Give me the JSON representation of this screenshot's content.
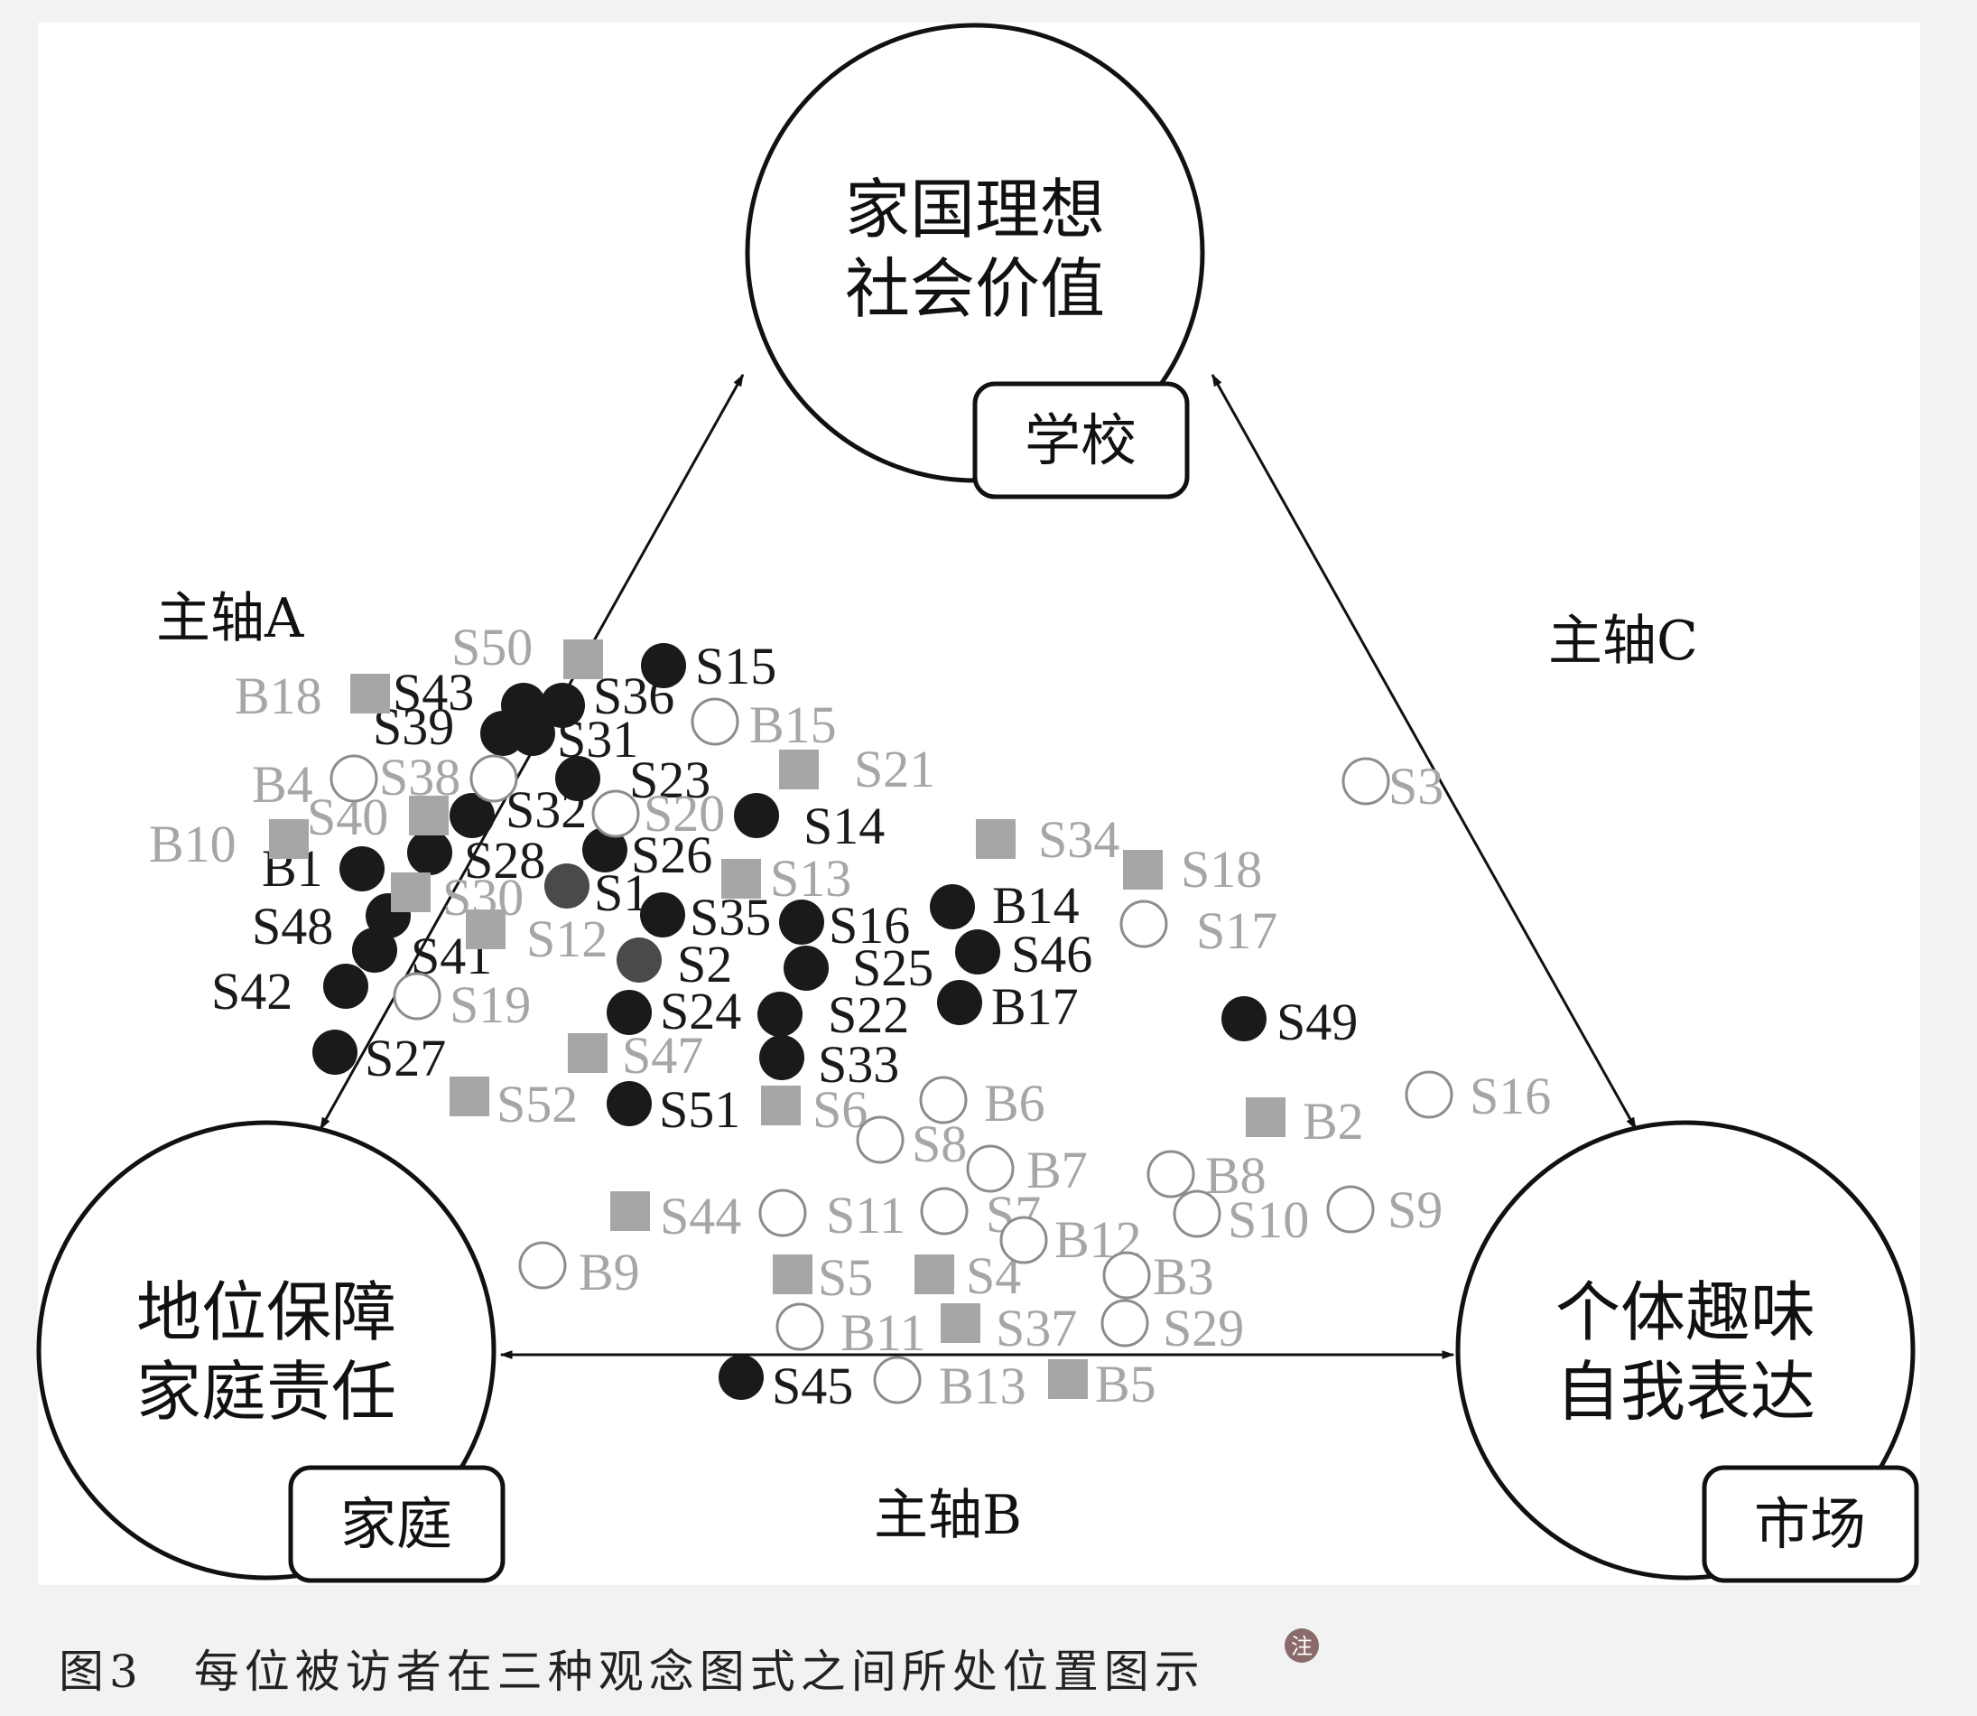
{
  "nodes": {
    "top": {
      "line1": "家国理想",
      "line2": "社会价值",
      "tag": "学校"
    },
    "left": {
      "line1": "地位保障",
      "line2": "家庭责任",
      "tag": "家庭"
    },
    "right": {
      "line1": "个体趣味",
      "line2": "自我表达",
      "tag": "市场"
    }
  },
  "axes": {
    "a": "主轴A",
    "b": "主轴B",
    "c": "主轴C"
  },
  "caption": "图3　每位被访者在三种观念图式之间所处位置图示",
  "note_mark": "注",
  "colors": {
    "black": "#1a1a1a",
    "grey_fill": "#a6a6a6",
    "grey_text": "#a6a6a6"
  },
  "points": [
    {
      "id": "S15",
      "type": "black"
    },
    {
      "id": "S43",
      "type": "black"
    },
    {
      "id": "S36",
      "type": "black"
    },
    {
      "id": "S39",
      "type": "black"
    },
    {
      "id": "S31",
      "type": "black"
    },
    {
      "id": "S23",
      "type": "black"
    },
    {
      "id": "S14",
      "type": "black"
    },
    {
      "id": "S32",
      "type": "black"
    },
    {
      "id": "S28",
      "type": "black"
    },
    {
      "id": "S26",
      "type": "black"
    },
    {
      "id": "B1",
      "type": "black"
    },
    {
      "id": "S48",
      "type": "black"
    },
    {
      "id": "S41",
      "type": "black"
    },
    {
      "id": "S42",
      "type": "black"
    },
    {
      "id": "S27",
      "type": "black"
    },
    {
      "id": "S35",
      "type": "black"
    },
    {
      "id": "S16",
      "type": "black"
    },
    {
      "id": "B14",
      "type": "black"
    },
    {
      "id": "S46",
      "type": "black"
    },
    {
      "id": "S25",
      "type": "black"
    },
    {
      "id": "S24",
      "type": "black"
    },
    {
      "id": "S22",
      "type": "black"
    },
    {
      "id": "B17",
      "type": "black"
    },
    {
      "id": "S33",
      "type": "black"
    },
    {
      "id": "S51",
      "type": "black"
    },
    {
      "id": "S49",
      "type": "black"
    },
    {
      "id": "S45",
      "type": "black"
    },
    {
      "id": "S1",
      "type": "darkgrey"
    },
    {
      "id": "S2",
      "type": "darkgrey"
    },
    {
      "id": "S50",
      "type": "square"
    },
    {
      "id": "B18",
      "type": "square"
    },
    {
      "id": "S21",
      "type": "square"
    },
    {
      "id": "S40",
      "type": "square"
    },
    {
      "id": "B10",
      "type": "square"
    },
    {
      "id": "S34",
      "type": "square"
    },
    {
      "id": "S13",
      "type": "square"
    },
    {
      "id": "S18",
      "type": "square"
    },
    {
      "id": "S30",
      "type": "square"
    },
    {
      "id": "S12",
      "type": "square"
    },
    {
      "id": "S47",
      "type": "square"
    },
    {
      "id": "S52",
      "type": "square"
    },
    {
      "id": "S6",
      "type": "square"
    },
    {
      "id": "B2",
      "type": "square"
    },
    {
      "id": "S44",
      "type": "square"
    },
    {
      "id": "S5",
      "type": "square"
    },
    {
      "id": "S4",
      "type": "square"
    },
    {
      "id": "S37",
      "type": "square"
    },
    {
      "id": "B5",
      "type": "square"
    },
    {
      "id": "B15",
      "type": "open"
    },
    {
      "id": "B4",
      "type": "open"
    },
    {
      "id": "S38",
      "type": "open"
    },
    {
      "id": "S20",
      "type": "open"
    },
    {
      "id": "S3",
      "type": "open"
    },
    {
      "id": "S17",
      "type": "open"
    },
    {
      "id": "S19",
      "type": "open"
    },
    {
      "id": "B6",
      "type": "open"
    },
    {
      "id": "S8",
      "type": "open"
    },
    {
      "id": "B7",
      "type": "open"
    },
    {
      "id": "B8",
      "type": "open"
    },
    {
      "id": "S16",
      "type": "open",
      "key": "S16b"
    },
    {
      "id": "S11",
      "type": "open"
    },
    {
      "id": "S7",
      "type": "open"
    },
    {
      "id": "B12",
      "type": "open"
    },
    {
      "id": "S10",
      "type": "open"
    },
    {
      "id": "S9",
      "type": "open"
    },
    {
      "id": "B9",
      "type": "open"
    },
    {
      "id": "B3",
      "type": "open"
    },
    {
      "id": "B11",
      "type": "open"
    },
    {
      "id": "S29",
      "type": "open"
    },
    {
      "id": "B13",
      "type": "open"
    }
  ]
}
